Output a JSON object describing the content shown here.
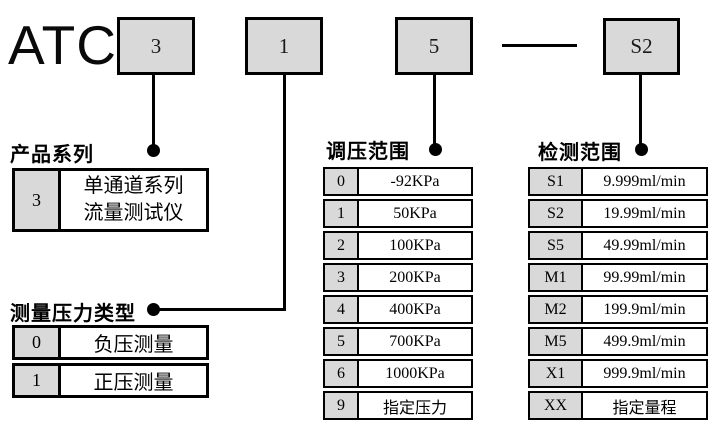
{
  "code": {
    "prefix": "ATC",
    "segments": [
      "3",
      "1",
      "5",
      "S2"
    ],
    "separator": "—"
  },
  "colors": {
    "box_fill": "#d9d9d9",
    "border": "#000000",
    "background": "#ffffff"
  },
  "product_series": {
    "label": "产品系列",
    "rows": [
      {
        "code": "3",
        "value_line1": "单通道系列",
        "value_line2": "流量测试仪"
      }
    ]
  },
  "pressure_type": {
    "label": "测量压力类型",
    "rows": [
      {
        "code": "0",
        "value": "负压测量"
      },
      {
        "code": "1",
        "value": "正压测量"
      }
    ]
  },
  "regulation_range": {
    "label": "调压范围",
    "rows": [
      {
        "code": "0",
        "value": "-92KPa"
      },
      {
        "code": "1",
        "value": "50KPa"
      },
      {
        "code": "2",
        "value": "100KPa"
      },
      {
        "code": "3",
        "value": "200KPa"
      },
      {
        "code": "4",
        "value": "400KPa"
      },
      {
        "code": "5",
        "value": "700KPa"
      },
      {
        "code": "6",
        "value": "1000KPa"
      },
      {
        "code": "9",
        "value": "指定压力"
      }
    ]
  },
  "detection_range": {
    "label": "检测范围",
    "rows": [
      {
        "code": "S1",
        "value": "9.999ml/min"
      },
      {
        "code": "S2",
        "value": "19.99ml/min"
      },
      {
        "code": "S5",
        "value": "49.99ml/min"
      },
      {
        "code": "M1",
        "value": "99.99ml/min"
      },
      {
        "code": "M2",
        "value": "199.9ml/min"
      },
      {
        "code": "M5",
        "value": "499.9ml/min"
      },
      {
        "code": "X1",
        "value": "999.9ml/min"
      },
      {
        "code": "XX",
        "value": "指定量程"
      }
    ]
  }
}
